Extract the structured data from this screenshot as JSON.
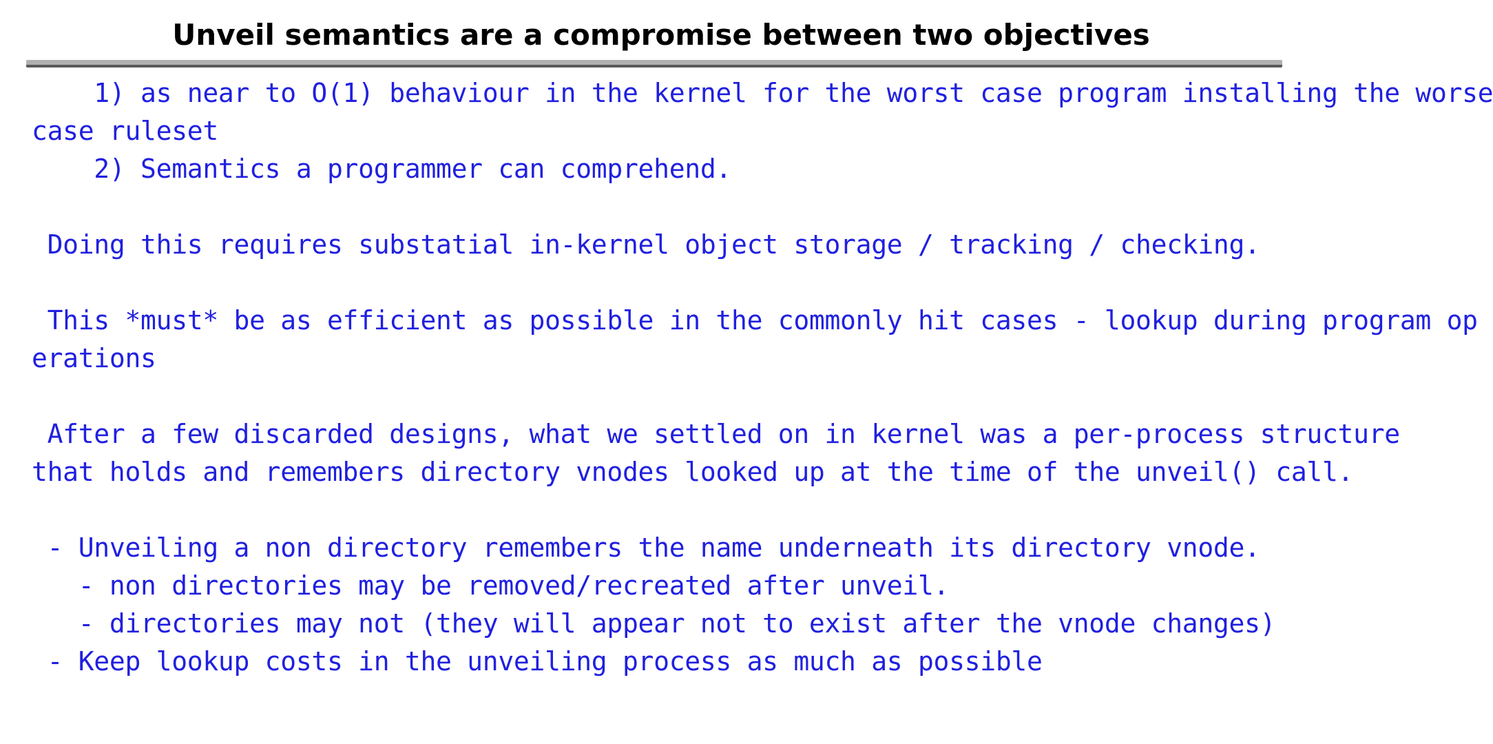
{
  "slide": {
    "title": "Unveil semantics are a compromise between two objectives",
    "body_lines": [
      "    1) as near to O(1) behaviour in the kernel for the worst case program installing the worse",
      "case ruleset",
      "    2) Semantics a programmer can comprehend.",
      "",
      " Doing this requires substatial in-kernel object storage / tracking / checking.",
      "",
      " This *must* be as efficient as possible in the commonly hit cases - lookup during program op",
      "erations",
      "",
      " After a few discarded designs, what we settled on in kernel was a per-process structure",
      "that holds and remembers directory vnodes looked up at the time of the unveil() call.",
      "",
      " - Unveiling a non directory remembers the name underneath its directory vnode.",
      "   - non directories may be removed/recreated after unveil.",
      "   - directories may not (they will appear not to exist after the vnode changes)",
      " - Keep lookup costs in the unveiling process as much as possible"
    ]
  },
  "colors": {
    "background": "#ffffff",
    "title_text": "#000000",
    "body_text": "#2020e0",
    "rule_light": "#b0b0b0",
    "rule_dark": "#595959"
  }
}
